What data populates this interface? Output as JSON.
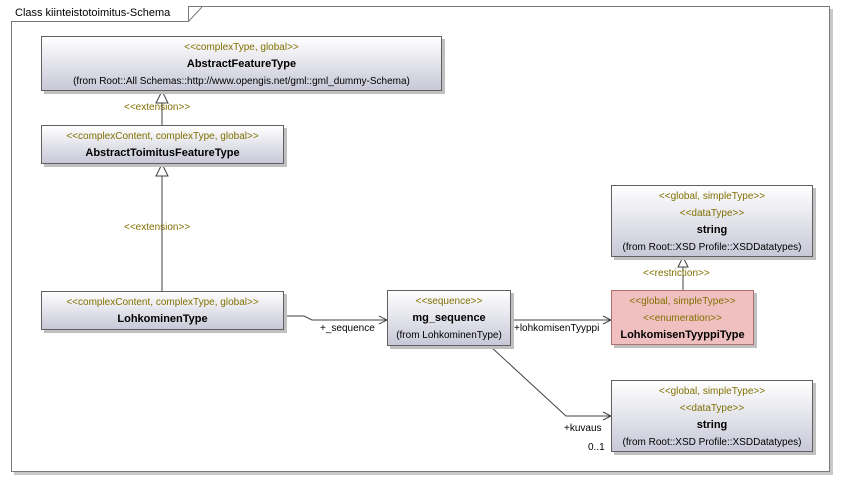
{
  "frame": {
    "title": "Class kiinteistotoimitus-Schema"
  },
  "classes": {
    "abstractFeature": {
      "stereotype": "<<complexType, global>>",
      "name": "AbstractFeatureType",
      "from": "(from Root::All Schemas::http://www.opengis.net/gml::gml_dummy-Schema)"
    },
    "abstractToimitus": {
      "stereotype": "<<complexContent, complexType, global>>",
      "name": "AbstractToimitusFeatureType"
    },
    "lohkominen": {
      "stereotype": "<<complexContent, complexType, global>>",
      "name": "LohkominenType"
    },
    "mgSequence": {
      "stereotype": "<<sequence>>",
      "name": "mg_sequence",
      "from": "(from LohkominenType)"
    },
    "stringTop": {
      "stereotype1": "<<global, simpleType>>",
      "stereotype2": "<<dataType>>",
      "name": "string",
      "from": "(from Root::XSD Profile::XSDDatatypes)"
    },
    "tyyppi": {
      "stereotype1": "<<global, simpleType>>",
      "stereotype2": "<<enumeration>>",
      "name": "LohkomisenTyyppiType"
    },
    "stringBottom": {
      "stereotype1": "<<global, simpleType>>",
      "stereotype2": "<<dataType>>",
      "name": "string",
      "from": "(from Root::XSD Profile::XSDDatatypes)"
    }
  },
  "edges": {
    "extension1": "<<extension>>",
    "extension2": "<<extension>>",
    "restriction": "<<restriction>>",
    "sequence": "+_sequence",
    "tyyppi": "+lohkomisenTyyppi",
    "kuvaus": "+kuvaus",
    "kuvausMultiplicity": "0..1"
  },
  "colors": {
    "stereotype": "#807000",
    "classGradientTop": "#ffffff",
    "classGradientBottom": "#c8c8d8",
    "enumFill": "#f0c0c0"
  }
}
